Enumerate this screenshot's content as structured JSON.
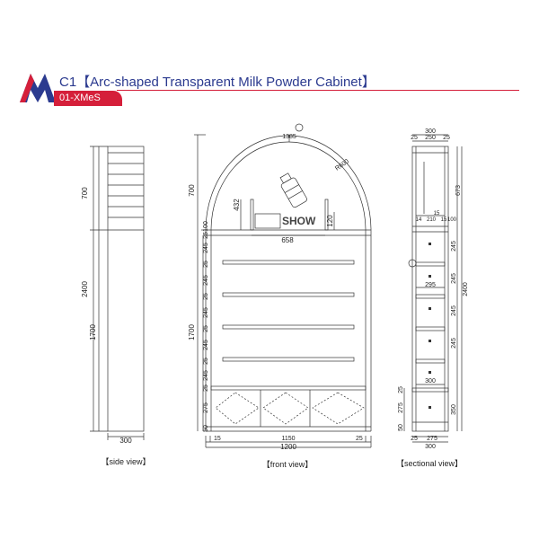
{
  "header": {
    "title": "C1【Arc-shaped Transparent Milk Powder Cabinet】",
    "code": "01-XMeS",
    "brand_colors": {
      "blue": "#2b3a8f",
      "red": "#d51f3a"
    }
  },
  "side_view": {
    "label": "【side view】",
    "dims": {
      "top": "700",
      "total": "2400",
      "bottom": "1700",
      "depth": "300"
    }
  },
  "front_view": {
    "label": "【front view】",
    "dims": {
      "arc_height": "700",
      "sign_height": "432",
      "sign_width": "658",
      "sign_bottom": "120",
      "radius": "R600",
      "top_gap": "1385",
      "lower_height": "1700",
      "left_col": [
        "100",
        "25",
        "245",
        "25",
        "245",
        "25",
        "245",
        "25",
        "245",
        "25",
        "245",
        "25",
        "275",
        "50"
      ],
      "bottom_edges": [
        "15",
        "1150",
        "25"
      ],
      "overall_width": "1200"
    },
    "sign_text": "SHOW"
  },
  "sectional_view": {
    "label": "【sectional view】",
    "dims": {
      "top_width": "300",
      "top_row": [
        "25",
        "250",
        "25"
      ],
      "upper": "673",
      "total": "2400",
      "shelf_detail": [
        "14",
        "210",
        "15"
      ],
      "shelf_detail_top": "15",
      "shelf_detail_side": "100",
      "right_col": [
        "245",
        "245",
        "245",
        "245"
      ],
      "inner_width": "295",
      "drawer_width": "300",
      "drawer_height": "350",
      "left_col": [
        "25",
        "275",
        "50"
      ],
      "bottom_row": [
        "25",
        "275"
      ],
      "bottom_width": "300"
    }
  }
}
